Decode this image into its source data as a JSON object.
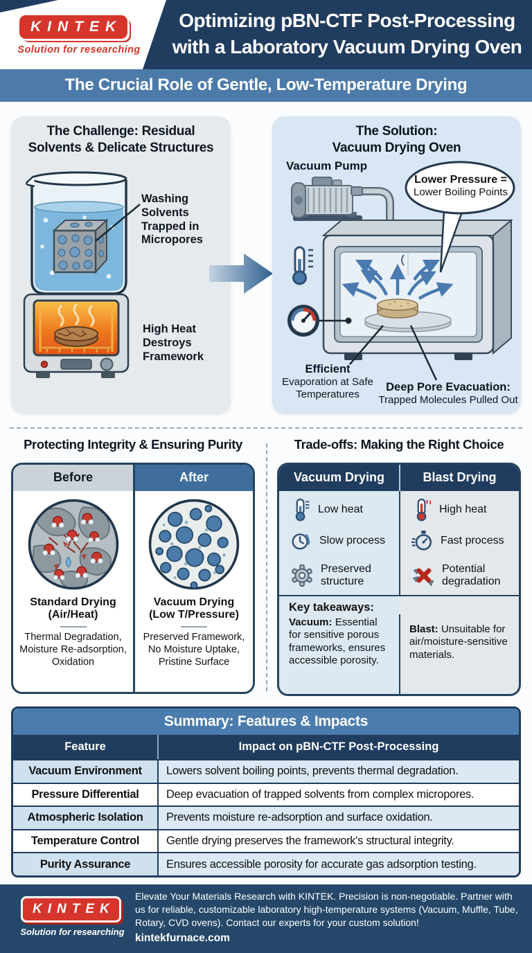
{
  "colors": {
    "navy": "#203c5e",
    "banner_blue": "#4d7ba9",
    "brand_red": "#d6352b",
    "panel_gray": "#e7eaec",
    "panel_blue": "#d9e6f3",
    "table_border": "#24435f",
    "summary_title_blue": "#4a7cad",
    "stripe_blue": "#dce9f4",
    "footer_navy": "#25486a"
  },
  "header": {
    "logo_name": "KINTEK",
    "logo_tagline": "Solution for researching",
    "title_line1": "Optimizing pBN-CTF Post-Processing",
    "title_line2": "with a Laboratory Vacuum Drying Oven",
    "banner": "The Crucial Role of Gentle, Low-Temperature Drying"
  },
  "challenge": {
    "title_line1": "The Challenge: Residual",
    "title_line2": "Solvents & Delicate Structures",
    "beaker_label": "Washing Solvents Trapped in Micropores",
    "oven_label": "High Heat Destroys Framework"
  },
  "solution": {
    "title_line1": "The Solution:",
    "title_line2": "Vacuum Drying Oven",
    "pump_label": "Vacuum Pump",
    "bubble_line1": "Lower Pressure =",
    "bubble_line2": "Lower Boiling Points",
    "evap_bold": "Efficient",
    "evap_rest": "Evaporation at Safe Temperatures",
    "pore_bold": "Deep Pore Evacuation:",
    "pore_rest": "Trapped Molecules Pulled Out"
  },
  "protect": {
    "title": "Protecting Integrity & Ensuring Purity",
    "before_header": "Before",
    "before_subtitle": "Standard Drying (Air/Heat)",
    "before_desc": "Thermal Degradation, Moisture Re-adsorption, Oxidation",
    "after_header": "After",
    "after_subtitle": "Vacuum Drying (Low T/Pressure)",
    "after_desc": "Preserved Framework, No Moisture Uptake, Pristine Surface"
  },
  "tradeoffs": {
    "title": "Trade-offs: Making the Right Choice",
    "col_left": "Vacuum Drying",
    "col_right": "Blast Drying",
    "rows": [
      {
        "left": "Low heat",
        "right": "High heat"
      },
      {
        "left": "Slow process",
        "right": "Fast process"
      },
      {
        "left": "Preserved structure",
        "right": "Potential degradation"
      }
    ],
    "takeaways_heading": "Key takeaways:",
    "vacuum_bold": "Vacuum:",
    "vacuum_text": "Essential for sensitive porous frameworks, ensures accessible porosity.",
    "blast_bold": "Blast:",
    "blast_text": "Unsuitable for air/moisture-sensitive materials."
  },
  "summary": {
    "title": "Summary: Features & Impacts",
    "col_feature": "Feature",
    "col_impact": "Impact on pBN-CTF Post-Processing",
    "rows": [
      {
        "feature": "Vacuum Environment",
        "impact": "Lowers solvent boiling points, prevents thermal degradation."
      },
      {
        "feature": "Pressure Differential",
        "impact": "Deep evacuation of trapped solvents from complex micropores."
      },
      {
        "feature": "Atmospheric Isolation",
        "impact": "Prevents moisture re-adsorption and surface oxidation."
      },
      {
        "feature": "Temperature Control",
        "impact": "Gentle drying preserves the framework's structural integrity."
      },
      {
        "feature": "Purity Assurance",
        "impact": "Ensures accessible porosity for accurate gas adsorption testing."
      }
    ]
  },
  "footer": {
    "logo_name": "KINTEK",
    "logo_tagline": "Solution for researching",
    "text": "Elevate Your Materials Research with KINTEK. Precision is non-negotiable. Partner with us for reliable, customizable laboratory high-temperature systems (Vacuum, Muffle, Tube, Rotary, CVD ovens). Contact our experts for your custom solution!",
    "website": "kintekfurnace.com"
  }
}
